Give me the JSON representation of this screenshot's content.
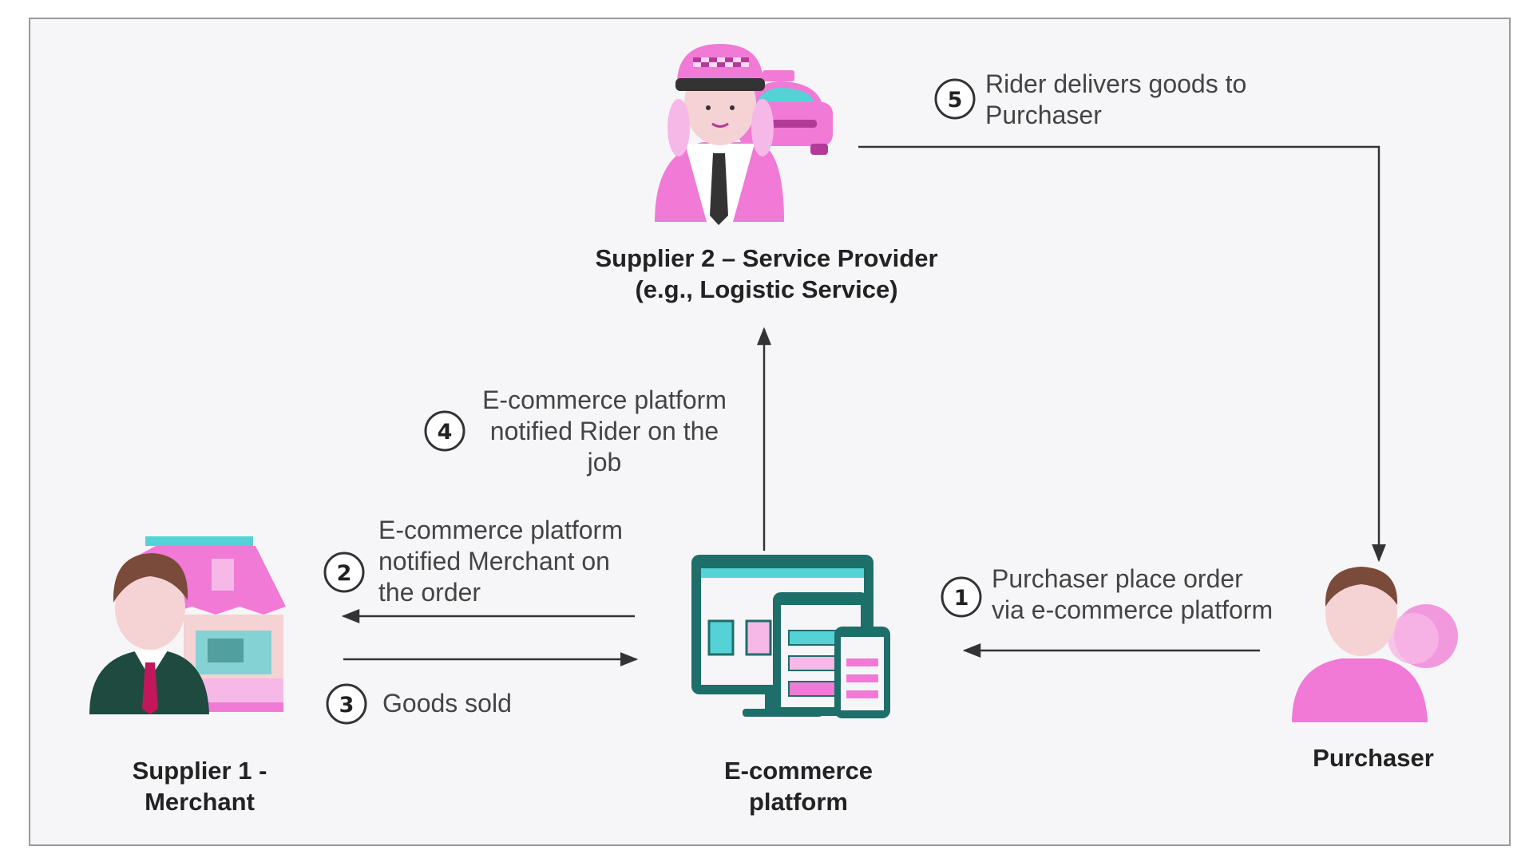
{
  "actors": {
    "supplier2": {
      "line1": "Supplier 2 – Service Provider",
      "line2": "(e.g., Logistic Service)"
    },
    "supplier1": {
      "line1": "Supplier 1 -",
      "line2": "Merchant"
    },
    "platform": {
      "line1": "E-commerce",
      "line2": "platform"
    },
    "purchaser": {
      "line1": "Purchaser"
    }
  },
  "steps": [
    {
      "num": "1",
      "lines": [
        "Purchaser place order",
        "via e-commerce platform"
      ]
    },
    {
      "num": "2",
      "lines": [
        "E-commerce platform",
        "notified Merchant on",
        "the order"
      ]
    },
    {
      "num": "3",
      "lines": [
        "Goods sold"
      ]
    },
    {
      "num": "4",
      "lines": [
        "E-commerce platform",
        "notified Rider on the",
        "job"
      ]
    },
    {
      "num": "5",
      "lines": [
        "Rider delivers goods to",
        "Purchaser"
      ]
    }
  ],
  "colors": {
    "pink": "#f07ad6",
    "pink_light": "#f6b8e6",
    "skin": "#f5d2d3",
    "hair": "#7a4b3a",
    "teal": "#1e6e6a",
    "teal_light": "#55d2d6",
    "suit": "#1f4a3f"
  }
}
